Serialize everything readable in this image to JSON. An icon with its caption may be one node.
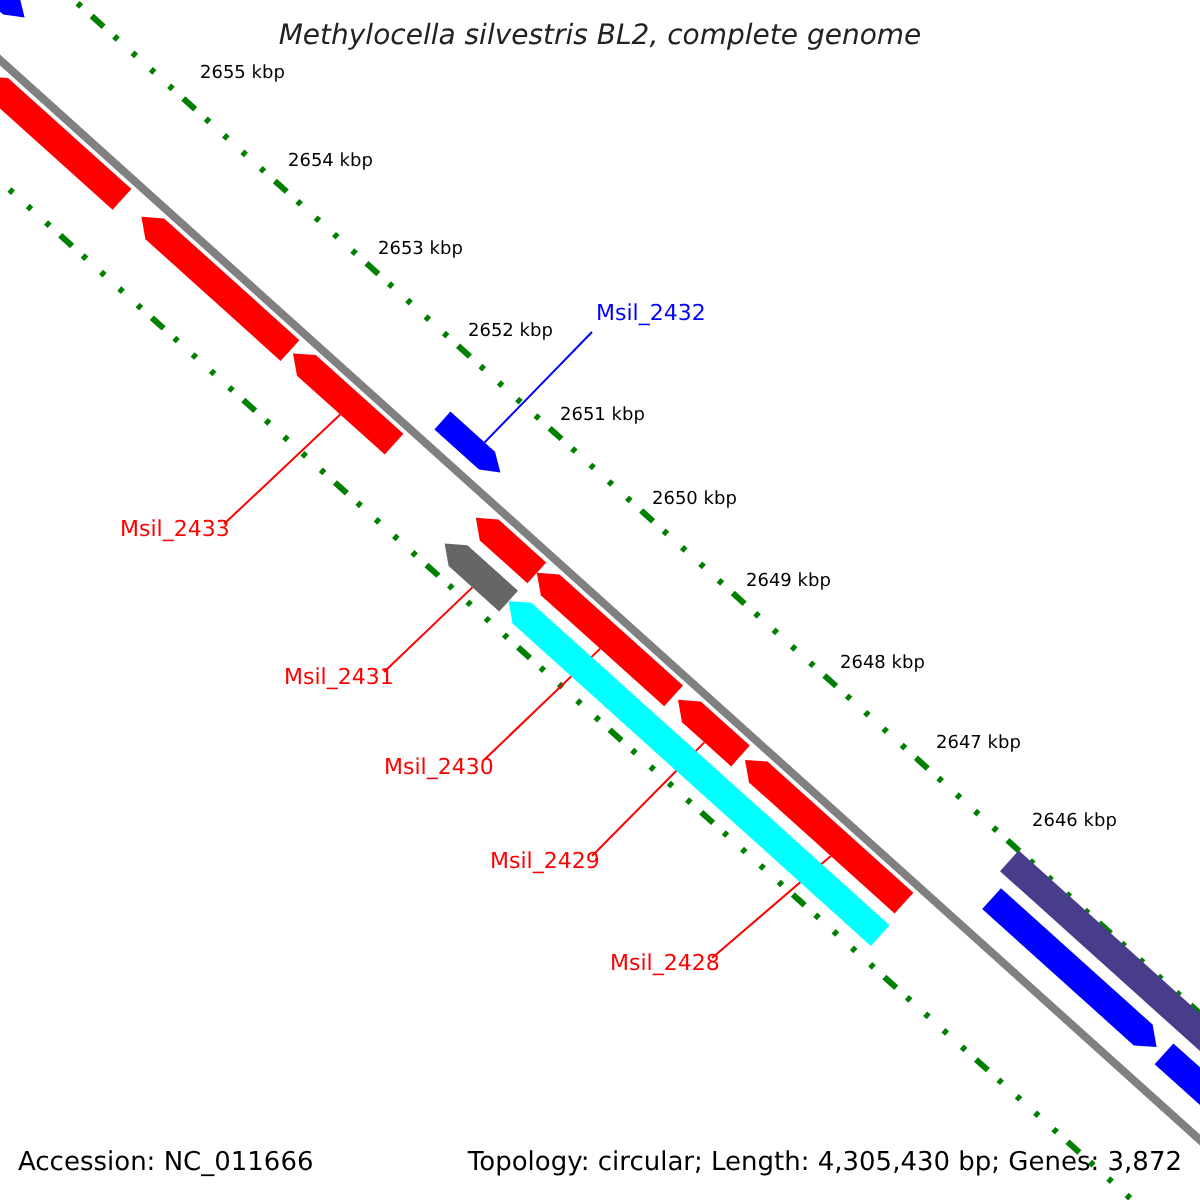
{
  "diagram": {
    "title": "Methylocella silvestris BL2, complete genome",
    "nodes": [
      {
        "text": [],
        "shape": "bar"
      },
      {
        "text": [],
        "shape": "bar"
      },
      {
        "text": [],
        "shape": "bar"
      },
      {
        "text": [
          "Msil_2432"
        ]
      },
      {
        "text": [],
        "shape": "bar"
      },
      {
        "text": [],
        "shape": "bar"
      },
      {
        "text": [
          "Msil_2433"
        ]
      },
      {
        "text": [],
        "shape": "bar"
      },
      {
        "text": [],
        "shape": "bar"
      },
      {
        "text": [
          "Msil_2431"
        ]
      },
      {
        "text": [],
        "shape": "bar"
      },
      {
        "text": [],
        "shape": "bar"
      },
      {
        "text": [
          "Msil_2430"
        ]
      },
      {
        "text": [],
        "shape": "bar"
      },
      {
        "text": [
          "Msil_2429"
        ]
      },
      {
        "text": [],
        "shape": "bar"
      },
      {
        "text": [
          "Msil_2428"
        ]
      },
      {
        "text": [],
        "shape": "bar"
      },
      {
        "text": [],
        "shape": "bar"
      },
      {
        "text": [],
        "shape": "bar"
      }
    ],
    "edges": [
      {
        "from": 3,
        "to": 4,
        "arrow": "none",
        "color": "#0000ff"
      },
      {
        "from": 6,
        "to": 5,
        "arrow": "none"
      },
      {
        "from": 9,
        "to": 8,
        "arrow": "none"
      },
      {
        "from": 12,
        "to": 10,
        "arrow": "none"
      },
      {
        "from": 14,
        "to": 13,
        "arrow": "none"
      },
      {
        "from": 16,
        "to": 15,
        "arrow": "none"
      }
    ],
    "labels": [
      "2655 kbp",
      "2654 kbp",
      "2653 kbp",
      "2652 kbp",
      "2651 kbp",
      "2650 kbp",
      "2649 kbp",
      "2648 kbp",
      "2647 kbp",
      "2646 kbp",
      "Accession: NC_011666",
      "Topology: circular; Length: 4,305,430 bp; Genes: 3,872"
    ]
  }
}
